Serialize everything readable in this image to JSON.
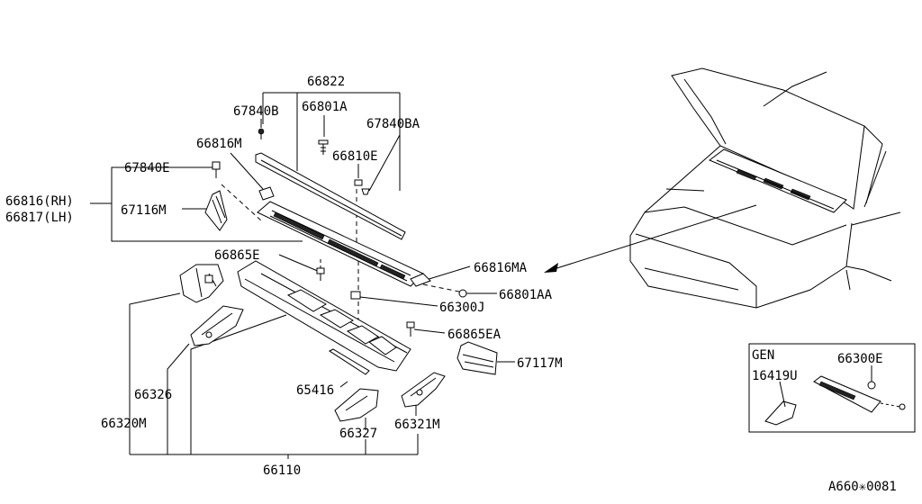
{
  "labels": {
    "p66822": "66822",
    "p67840b": "67840B",
    "p66801a": "66801A",
    "p67840ba": "67840BA",
    "p66816m": "66816M",
    "p66810e": "66810E",
    "p67840e": "67840E",
    "p66816rh": "66816(RH)",
    "p66817lh": "66817(LH)",
    "p67116m": "67116M",
    "p66865e": "66865E",
    "p66816ma": "66816MA",
    "p66801aa": "66801AA",
    "p66300j": "66300J",
    "p66865ea": "66865EA",
    "p67117m": "67117M",
    "p66326": "66326",
    "p65416": "65416",
    "p66320m": "66320M",
    "p66327": "66327",
    "p66321m": "66321M",
    "p66110": "66110"
  },
  "inset": {
    "title": "GEN",
    "p16419u": "16419U",
    "p66300e": "66300E"
  },
  "diagram_code": "A660✳0081"
}
